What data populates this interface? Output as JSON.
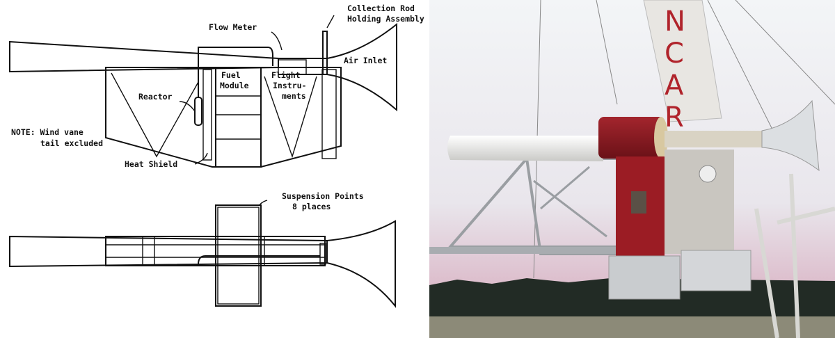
{
  "diagram": {
    "labels": {
      "collection_rod_1": "Collection Rod",
      "collection_rod_2": "Holding Assembly",
      "flow_meter": "Flow Meter",
      "air_inlet": "Air Inlet",
      "fuel_module_1": "Fuel",
      "fuel_module_2": "Module",
      "flight_instruments_1": "Flight",
      "flight_instruments_2": "Instru-",
      "flight_instruments_3": "ments",
      "reactor": "Reactor",
      "note_1": "NOTE: Wind vane",
      "note_2": "tail excluded",
      "heat_shield": "Heat Shield",
      "suspension_1": "Suspension Points",
      "suspension_2": "8 places"
    }
  },
  "photo": {
    "tower_lettering": "NCAR",
    "colors": {
      "sky_top": "#f2f4f6",
      "sky_bottom": "#d9b6c6",
      "module_red": "#8e1a22",
      "trees": "#1f2a22"
    }
  }
}
